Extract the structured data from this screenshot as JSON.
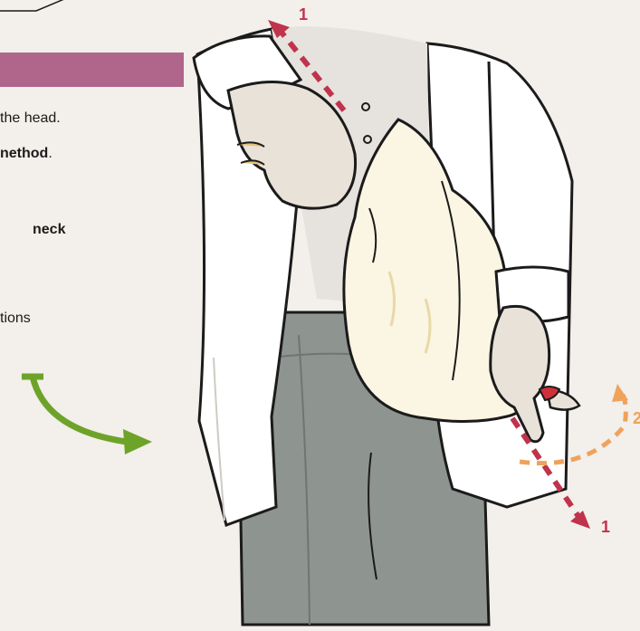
{
  "header_bar_color": "#b0668a",
  "text": {
    "line1": "the head.",
    "line2_bold": "nethod",
    "line2_tail": ".",
    "line3": "neck",
    "line4": "tions"
  },
  "steps": {
    "red_top": "1",
    "red_bottom": "1",
    "orange_right": "2"
  },
  "colors": {
    "red_arrow": "#c0334c",
    "orange_arrow": "#f0a25b",
    "green_arrow": "#6ea32a",
    "outline": "#1b1b1b",
    "coat": "#ffffff",
    "pants": "#8e9490",
    "glove": "#e9e2d9",
    "bird": "#fbf5e3",
    "comb": "#d0303a"
  },
  "icons": [
    "curved-arrow-icon",
    "dashed-arrow-icon",
    "chicken-illustration"
  ]
}
